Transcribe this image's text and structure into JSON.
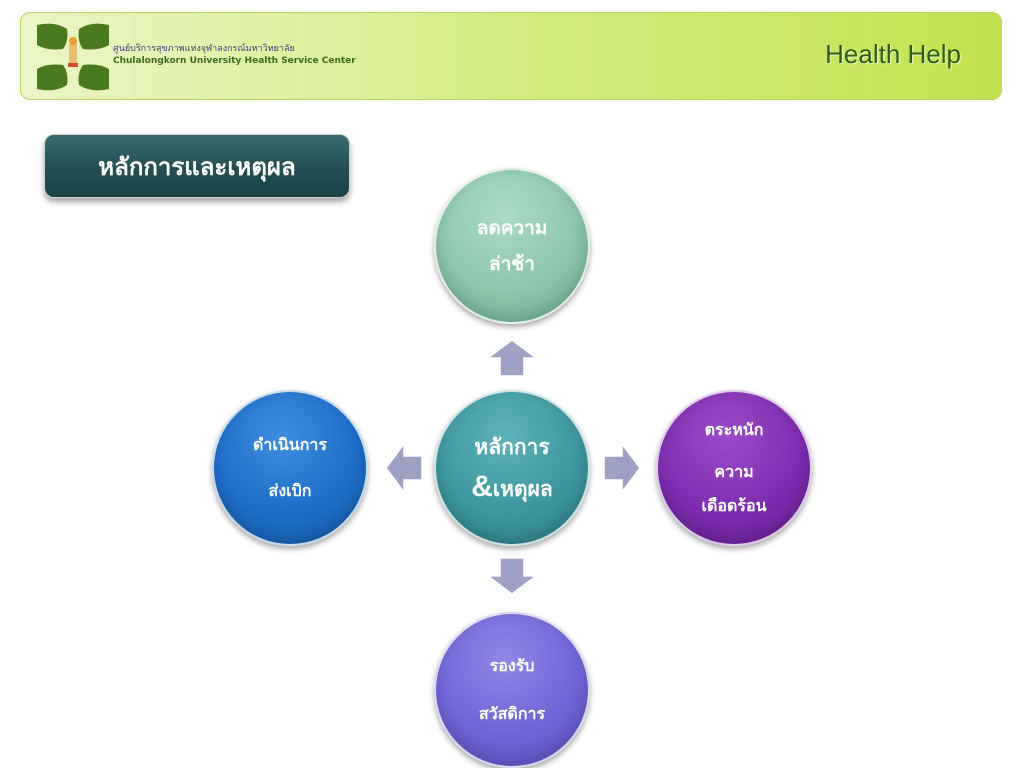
{
  "header": {
    "org_name_th": "ศูนย์บริการสุขภาพแห่งจุฬาลงกรณ์มหาวิทยาลัย",
    "org_name_en": "Chulalongkorn University Health Service Center",
    "app_title": "Health Help"
  },
  "section_title": "หลักการและเหตุผล",
  "diagram": {
    "center": {
      "line1": "หลักการ",
      "amp": "&",
      "line2_rest": "เหตุผล"
    },
    "top": {
      "lines": [
        "ลดความ",
        "ล่าช้า"
      ]
    },
    "left": {
      "lines": [
        "ดำเนินการ",
        "ส่งเบิก"
      ]
    },
    "right": {
      "lines": [
        "ตระหนัก",
        "ความ",
        "เดือดร้อน"
      ]
    },
    "bottom": {
      "lines": [
        "รองรับ",
        "สวัสดิการ"
      ]
    }
  },
  "colors": {
    "header_green": "#c2e24e",
    "title_teal": "#244f52",
    "node_top": "#8cc6ab",
    "node_center": "#3e979e",
    "node_left": "#1d6fc8",
    "node_right": "#7e2db0",
    "node_bottom": "#6f66d6",
    "arrow": "#9ea0c4"
  }
}
